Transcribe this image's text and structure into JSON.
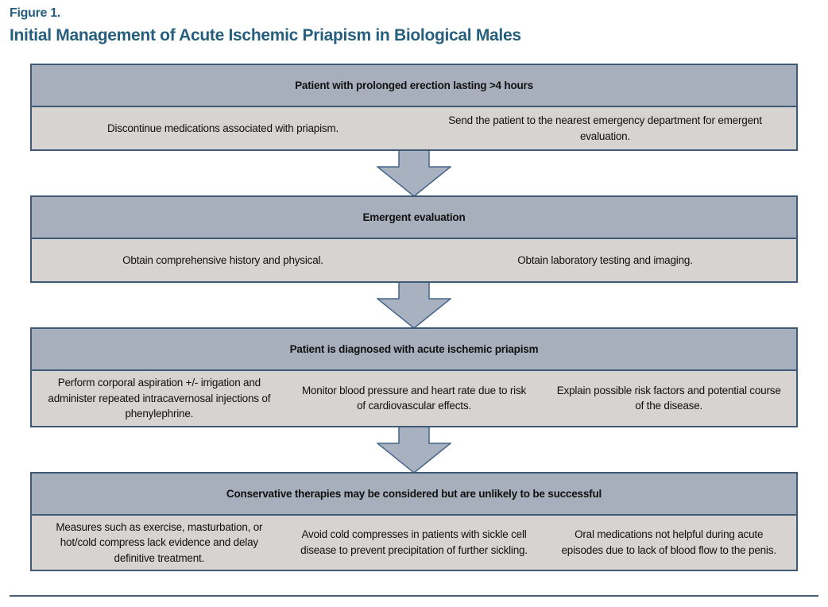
{
  "figure": {
    "label": "Figure 1.",
    "title": "Initial Management of Acute Ischemic Priapism in Biological Males"
  },
  "colors": {
    "title_text": "#265f7e",
    "header_fill": "#a7afbc",
    "body_fill": "#d6d3d0",
    "border": "#3e5a74",
    "arrow_fill": "#a8b1bf",
    "arrow_border": "#44658a",
    "text": "#111111",
    "rule": "#446077"
  },
  "blocks": [
    {
      "header": "Patient with prolonged erection lasting >4 hours",
      "cells": [
        "Discontinue medications associated with priapism.",
        "Send the patient to the nearest emergency department for emergent evaluation."
      ]
    },
    {
      "header": "Emergent evaluation",
      "cells": [
        "Obtain comprehensive history and physical.",
        "Obtain laboratory testing and imaging."
      ]
    },
    {
      "header": "Patient is diagnosed with acute ischemic priapism",
      "cells": [
        "Perform corporal aspiration +/- irrigation and administer repeated intracavernosal injections of phenylephrine.",
        "Monitor blood pressure and heart rate due to risk of cardiovascular effects.",
        "Explain possible risk factors and potential course of the disease."
      ]
    },
    {
      "header": "Conservative therapies may be considered but are unlikely to be successful",
      "cells": [
        "Measures such as exercise, masturbation, or hot/cold compress lack evidence and delay definitive treatment.",
        "Avoid cold compresses in patients with sickle cell disease to prevent precipitation of further sickling.",
        "Oral medications not helpful during acute episodes due to lack of blood flow to the penis."
      ]
    }
  ]
}
